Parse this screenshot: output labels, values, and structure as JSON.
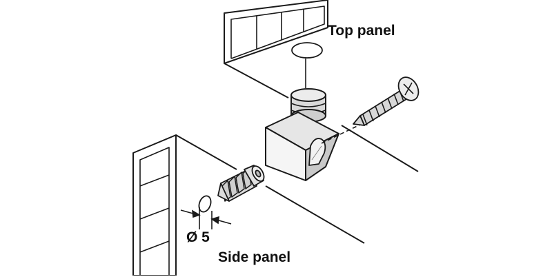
{
  "labels": {
    "top_panel": "Top panel",
    "side_panel": "Side panel",
    "diameter": "Ø 5"
  },
  "colors": {
    "line": "#1a1a1a",
    "light_fill": "#ececec",
    "mid_fill": "#d4d4d4",
    "dark_fill": "#b5b5b5",
    "background": "#ffffff"
  }
}
